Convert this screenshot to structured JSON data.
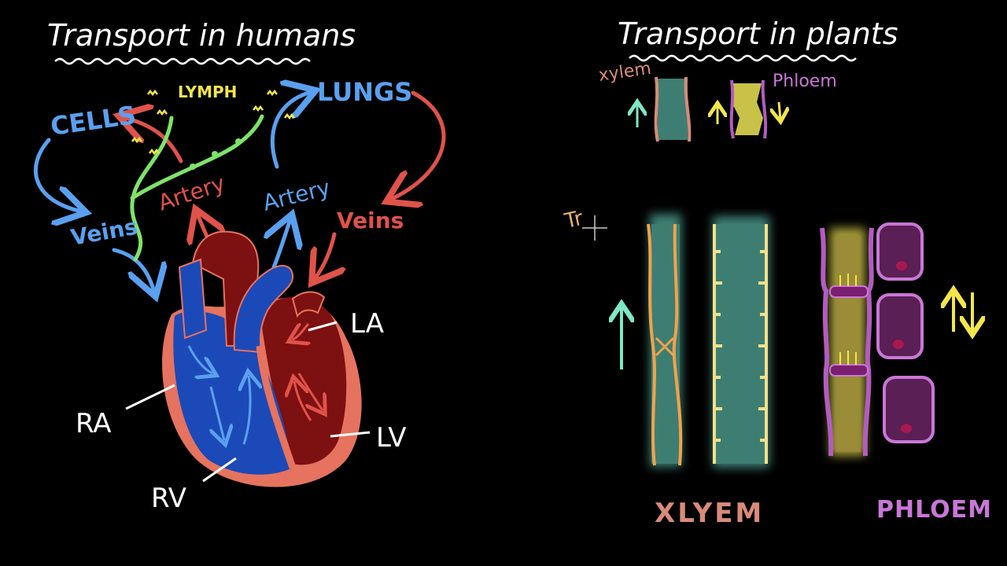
{
  "left": {
    "title": "Transport in humans",
    "labels": {
      "cells": "CELLS",
      "lymph": "LYMPH",
      "lungs": "LUNGS",
      "artery_left": "Artery",
      "artery_right": "Artery",
      "veins_left": "Veins",
      "veins_right": "Veins",
      "la": "LA",
      "ra": "RA",
      "lv": "LV",
      "rv": "RV"
    }
  },
  "right": {
    "title": "Transport in plants",
    "labels": {
      "xylem_small": "xylem",
      "phloem_small": "Phloem",
      "tr": "Tr",
      "xylem_big": "XLYEM",
      "phloem_big": "PHLOEM"
    }
  },
  "colors": {
    "oxygenated": "#e0524a",
    "deoxygenated": "#5aa0ef",
    "lymph": "#7fe36a",
    "lymph_label": "#f2e64a",
    "xylem": "#3e7e72",
    "xylem_wall": "#f2a24a",
    "phloem": "#b25cc2",
    "phloem_sieve": "#d9cf4a",
    "heart_outer": "#e5735f",
    "heart_red": "#7d1010",
    "heart_blue": "#1c49b8"
  }
}
